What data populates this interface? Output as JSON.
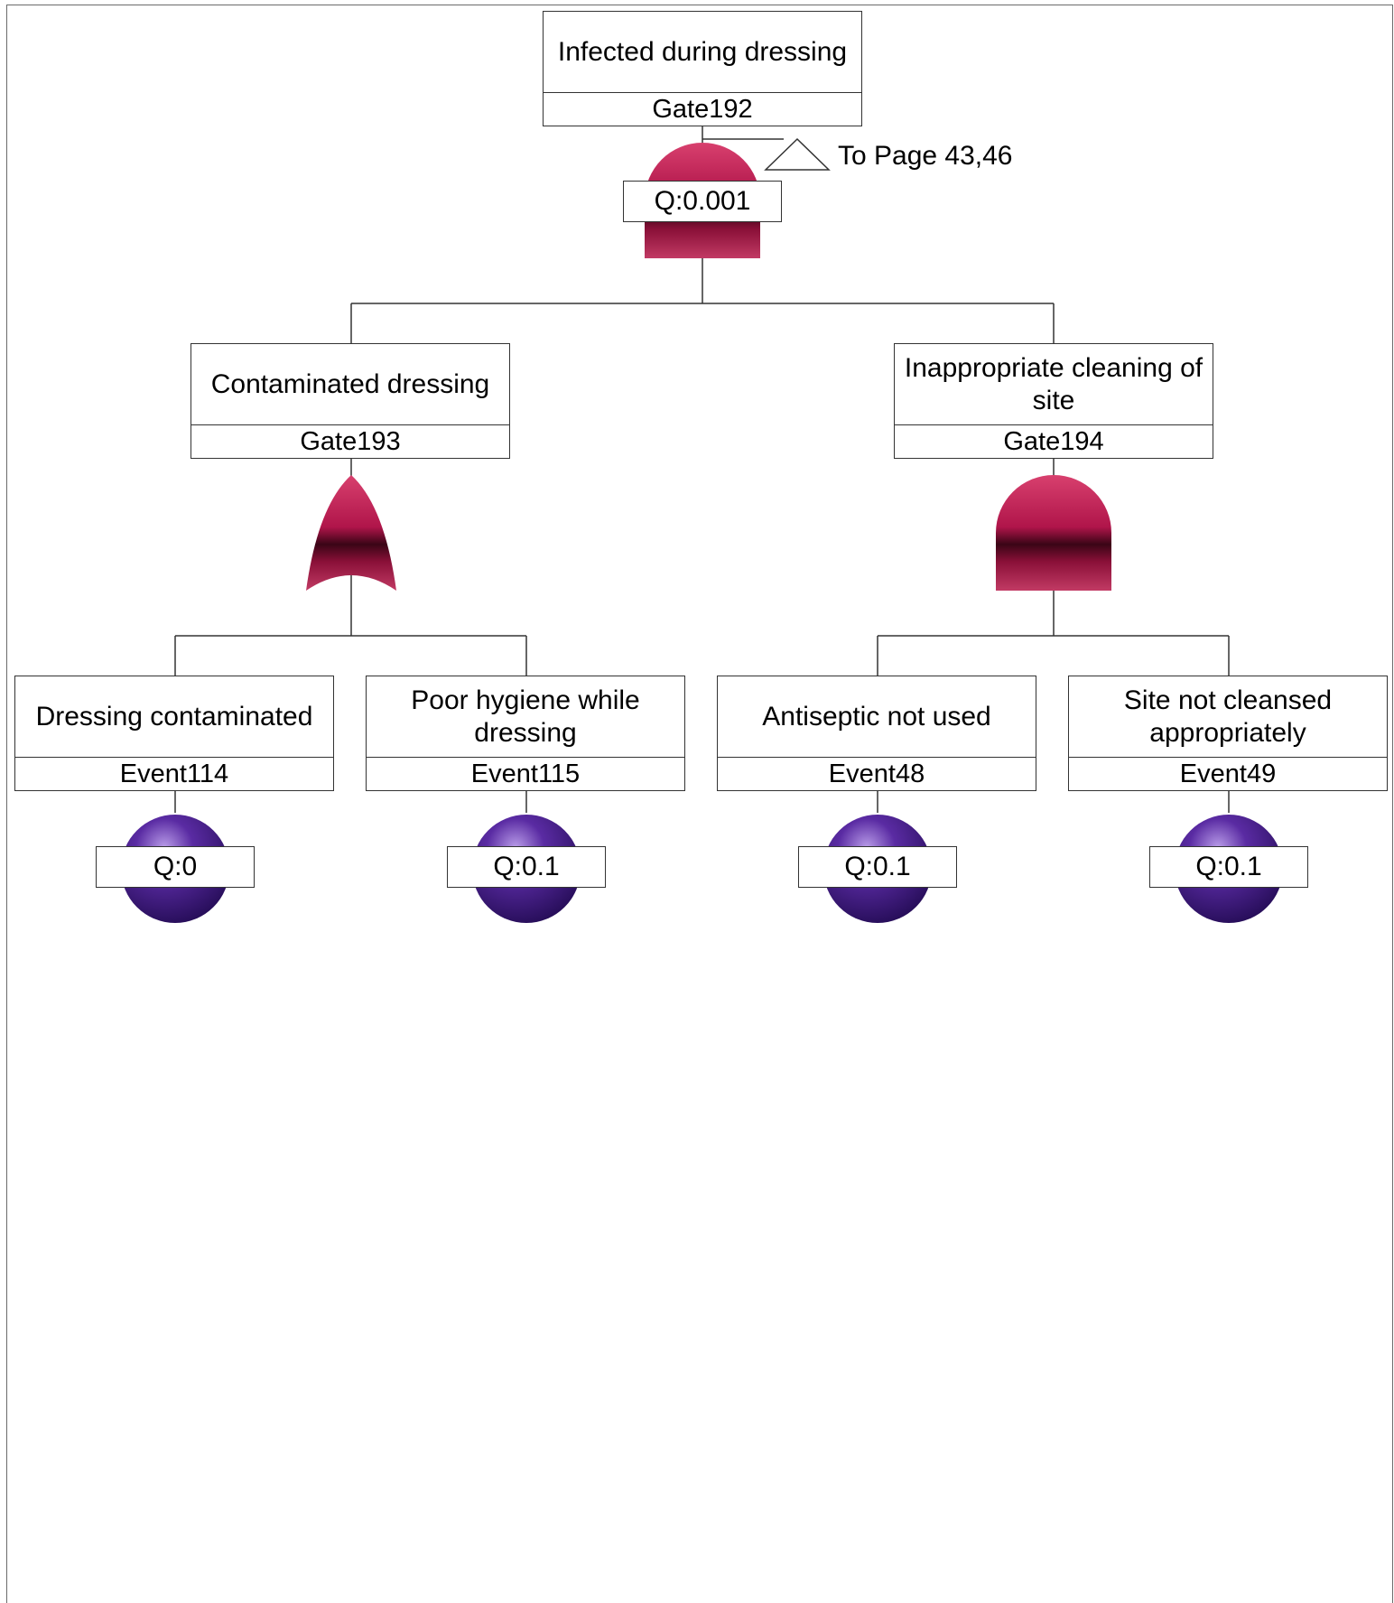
{
  "colors": {
    "gate": "#b0154a",
    "gate_dark": "#3a0516",
    "event": "#5a2ba3",
    "event_dark": "#240c55",
    "line": "#333333"
  },
  "top": {
    "description": "Infected during dressing",
    "id": "Gate192",
    "gate_type": "or-gate",
    "q": "Q:0.001",
    "transfer": "To Page 43,46"
  },
  "gates": [
    {
      "description": "Contaminated dressing",
      "id": "Gate193",
      "gate_type": "or-gate"
    },
    {
      "description": "Inappropriate cleaning of site",
      "id": "Gate194",
      "gate_type": "and-gate"
    }
  ],
  "events": [
    {
      "description": "Dressing contaminated",
      "id": "Event114",
      "q": "Q:0"
    },
    {
      "description": "Poor hygiene while dressing",
      "id": "Event115",
      "q": "Q:0.1"
    },
    {
      "description": "Antiseptic not used",
      "id": "Event48",
      "q": "Q:0.1"
    },
    {
      "description": "Site not cleansed appropriately",
      "id": "Event49",
      "q": "Q:0.1"
    }
  ]
}
